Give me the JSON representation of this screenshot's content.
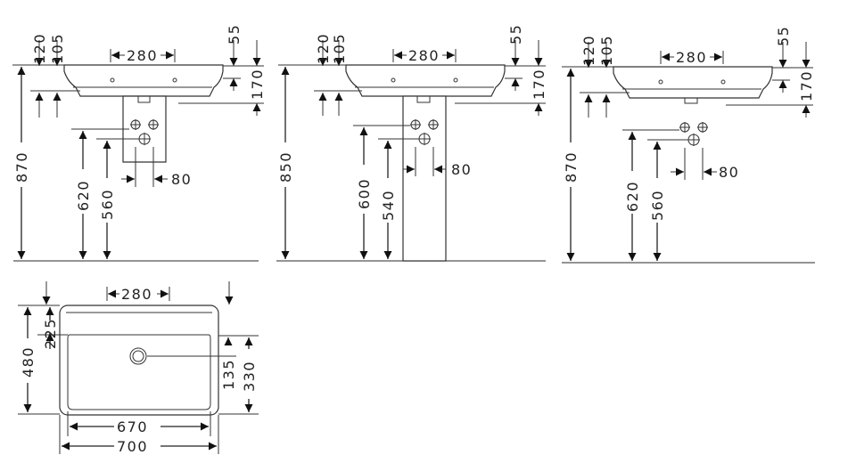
{
  "views": {
    "wall_siphon": {
      "top_a": "120",
      "top_b": "105",
      "tap_spacing": "280",
      "rim": "55",
      "apron": "170",
      "total_height": "870",
      "waste_height": "620",
      "supply_height": "560",
      "offset": "80"
    },
    "pedestal": {
      "top_a": "120",
      "top_b": "105",
      "tap_spacing": "280",
      "rim": "55",
      "apron": "170",
      "total_height": "850",
      "waste_height": "600",
      "supply_height": "540",
      "offset": "80"
    },
    "wall_only": {
      "top_a": "120",
      "top_b": "105",
      "tap_spacing": "280",
      "rim": "55",
      "apron": "170",
      "total_height": "870",
      "waste_height": "620",
      "supply_height": "560",
      "offset": "80"
    },
    "plan": {
      "tap_spacing": "280",
      "deck_depth": "225",
      "total_depth": "480",
      "drain_offset": "135",
      "bowl_depth": "330",
      "bowl_width": "670",
      "total_width": "700"
    }
  }
}
